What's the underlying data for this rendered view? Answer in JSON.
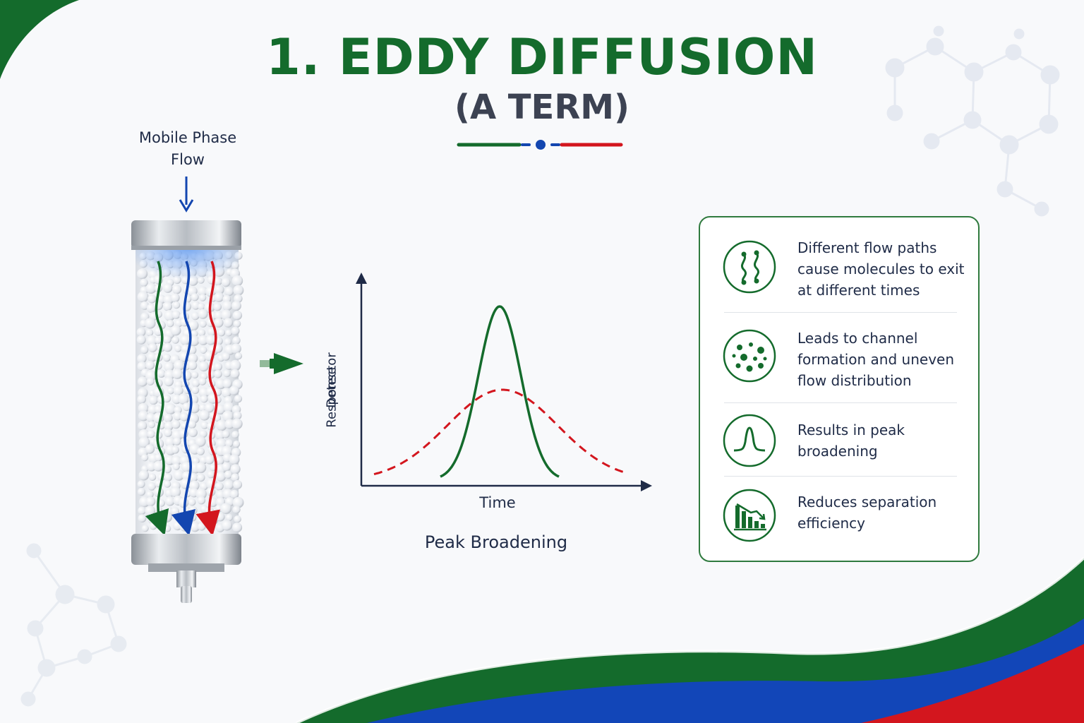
{
  "title": "1. EDDY DIFFUSION",
  "subtitle": "(A TERM)",
  "column": {
    "flow_label_line1": "Mobile Phase",
    "flow_label_line2": "Flow"
  },
  "graph": {
    "x_label": "Time",
    "y_label_line1": "Detector",
    "y_label_line2": "Response",
    "caption": "Peak Broadening"
  },
  "effects": [
    {
      "icon": "flow-paths-icon",
      "text": "Different flow paths cause molecules to exit at different times"
    },
    {
      "icon": "scattered-particles-icon",
      "text": "Leads to channel formation and uneven flow distribution"
    },
    {
      "icon": "peak-icon",
      "text": "Results in peak broadening"
    },
    {
      "icon": "declining-bars-icon",
      "text": "Reduces separation efficiency"
    }
  ],
  "colors": {
    "green": "#146b2c",
    "blue": "#1346b0",
    "red": "#d3161e",
    "text": "#1f2b47"
  }
}
